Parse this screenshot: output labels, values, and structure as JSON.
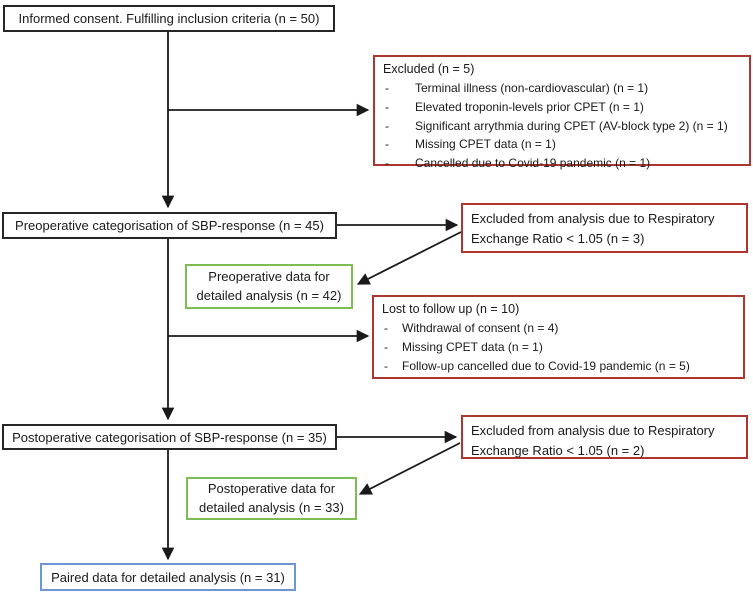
{
  "diagram": {
    "type": "study-flowchart",
    "boxes": {
      "informed_consent": {
        "label": "Informed consent. Fulfilling inclusion criteria (n = 50)"
      },
      "excluded_initial": {
        "title": "Excluded (n = 5)",
        "items": [
          "Terminal illness (non-cardiovascular) (n = 1)",
          "Elevated troponin-levels prior CPET (n = 1)",
          "Significant arrythmia during CPET (AV-block type 2) (n = 1)",
          "Missing CPET data (n = 1)",
          "Cancelled due to Covid-19 pandemic (n = 1)"
        ]
      },
      "preop_categorisation": {
        "label": "Preoperative categorisation of SBP-response (n = 45)"
      },
      "excluded_rer_preop": {
        "label": "Excluded from analysis due to Respiratory Exchange Ratio < 1.05 (n = 3)"
      },
      "preop_data": {
        "label": "Preoperative data for detailed analysis (n = 42)"
      },
      "lost_followup": {
        "title": "Lost to follow up (n = 10)",
        "items": [
          "Withdrawal of consent (n = 4)",
          "Missing CPET data (n = 1)",
          "Follow-up cancelled due to Covid-19 pandemic (n = 5)"
        ]
      },
      "postop_categorisation": {
        "label": "Postoperative categorisation of SBP-response (n = 35)"
      },
      "excluded_rer_postop": {
        "label": "Excluded from analysis  due to Respiratory Exchange Ratio < 1.05 (n = 2)"
      },
      "postop_data": {
        "label": "Postoperative data for detailed analysis (n = 33)"
      },
      "paired_data": {
        "label": "Paired data for detailed analysis (n = 31)"
      }
    },
    "bullet_glyph": "-",
    "colors": {
      "flow_box_border": "#262626",
      "excluded_box_border": "#ae3631",
      "detailed_data_box_border": "#7ebc54",
      "paired_data_box_border": "#6e96d2",
      "arrow": "#1a1a1a",
      "text": "#1a1a1a",
      "background": "#ffffff"
    }
  }
}
